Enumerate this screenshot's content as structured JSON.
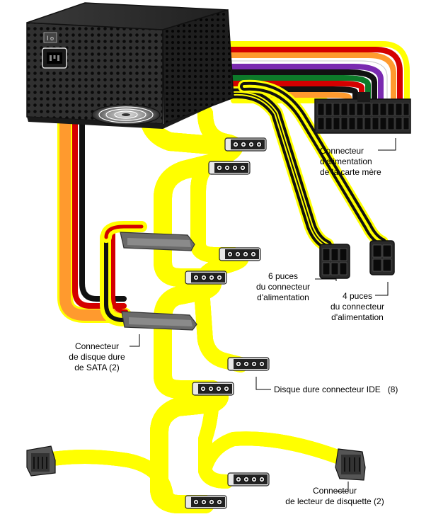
{
  "labels": {
    "motherboard": [
      "Connecteur",
      "d'alimentation",
      "de la carte mère"
    ],
    "six_pin": [
      "6 puces",
      "du connecteur",
      "d'alimentation"
    ],
    "four_pin": [
      "4 puces",
      "du connecteur",
      "d'alimentation"
    ],
    "sata": [
      "Connecteur",
      "de disque dure",
      "de SATA (2)"
    ],
    "ide": [
      "Disque dure connecteur IDE   (8)"
    ],
    "floppy": [
      "Connecteur",
      "de lecteur de disquette (2)"
    ]
  },
  "colors": {
    "yellow": "#ffff00",
    "red": "#d40000",
    "black": "#111111",
    "orange": "#ff9a2e",
    "psu_body": "#2a2a2a"
  }
}
